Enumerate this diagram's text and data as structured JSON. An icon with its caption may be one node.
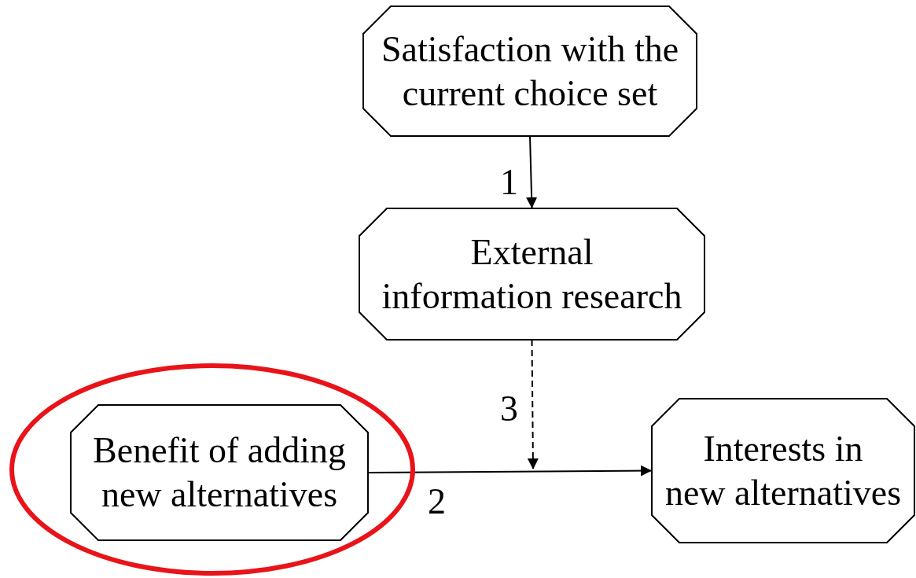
{
  "diagram": {
    "nodes": [
      {
        "text": [
          "Satisfaction with the current choice set"
        ]
      },
      {
        "text": [
          "External information research"
        ]
      },
      {
        "text": [],
        "shape": "ellipse"
      },
      {
        "text": [
          "Benefit of adding new alternatives"
        ],
        "in": 2
      },
      {
        "text": [
          "Interests in new alternatives"
        ]
      }
    ],
    "edges": [
      {
        "from": 0,
        "to": 1,
        "arrow": "to",
        "label": "1"
      },
      {
        "from": 3,
        "to": 4,
        "arrow": "to",
        "label": "2"
      },
      {
        "from": 1,
        "to": null,
        "arrow": "to",
        "label": "3",
        "style": "dashed"
      }
    ]
  }
}
